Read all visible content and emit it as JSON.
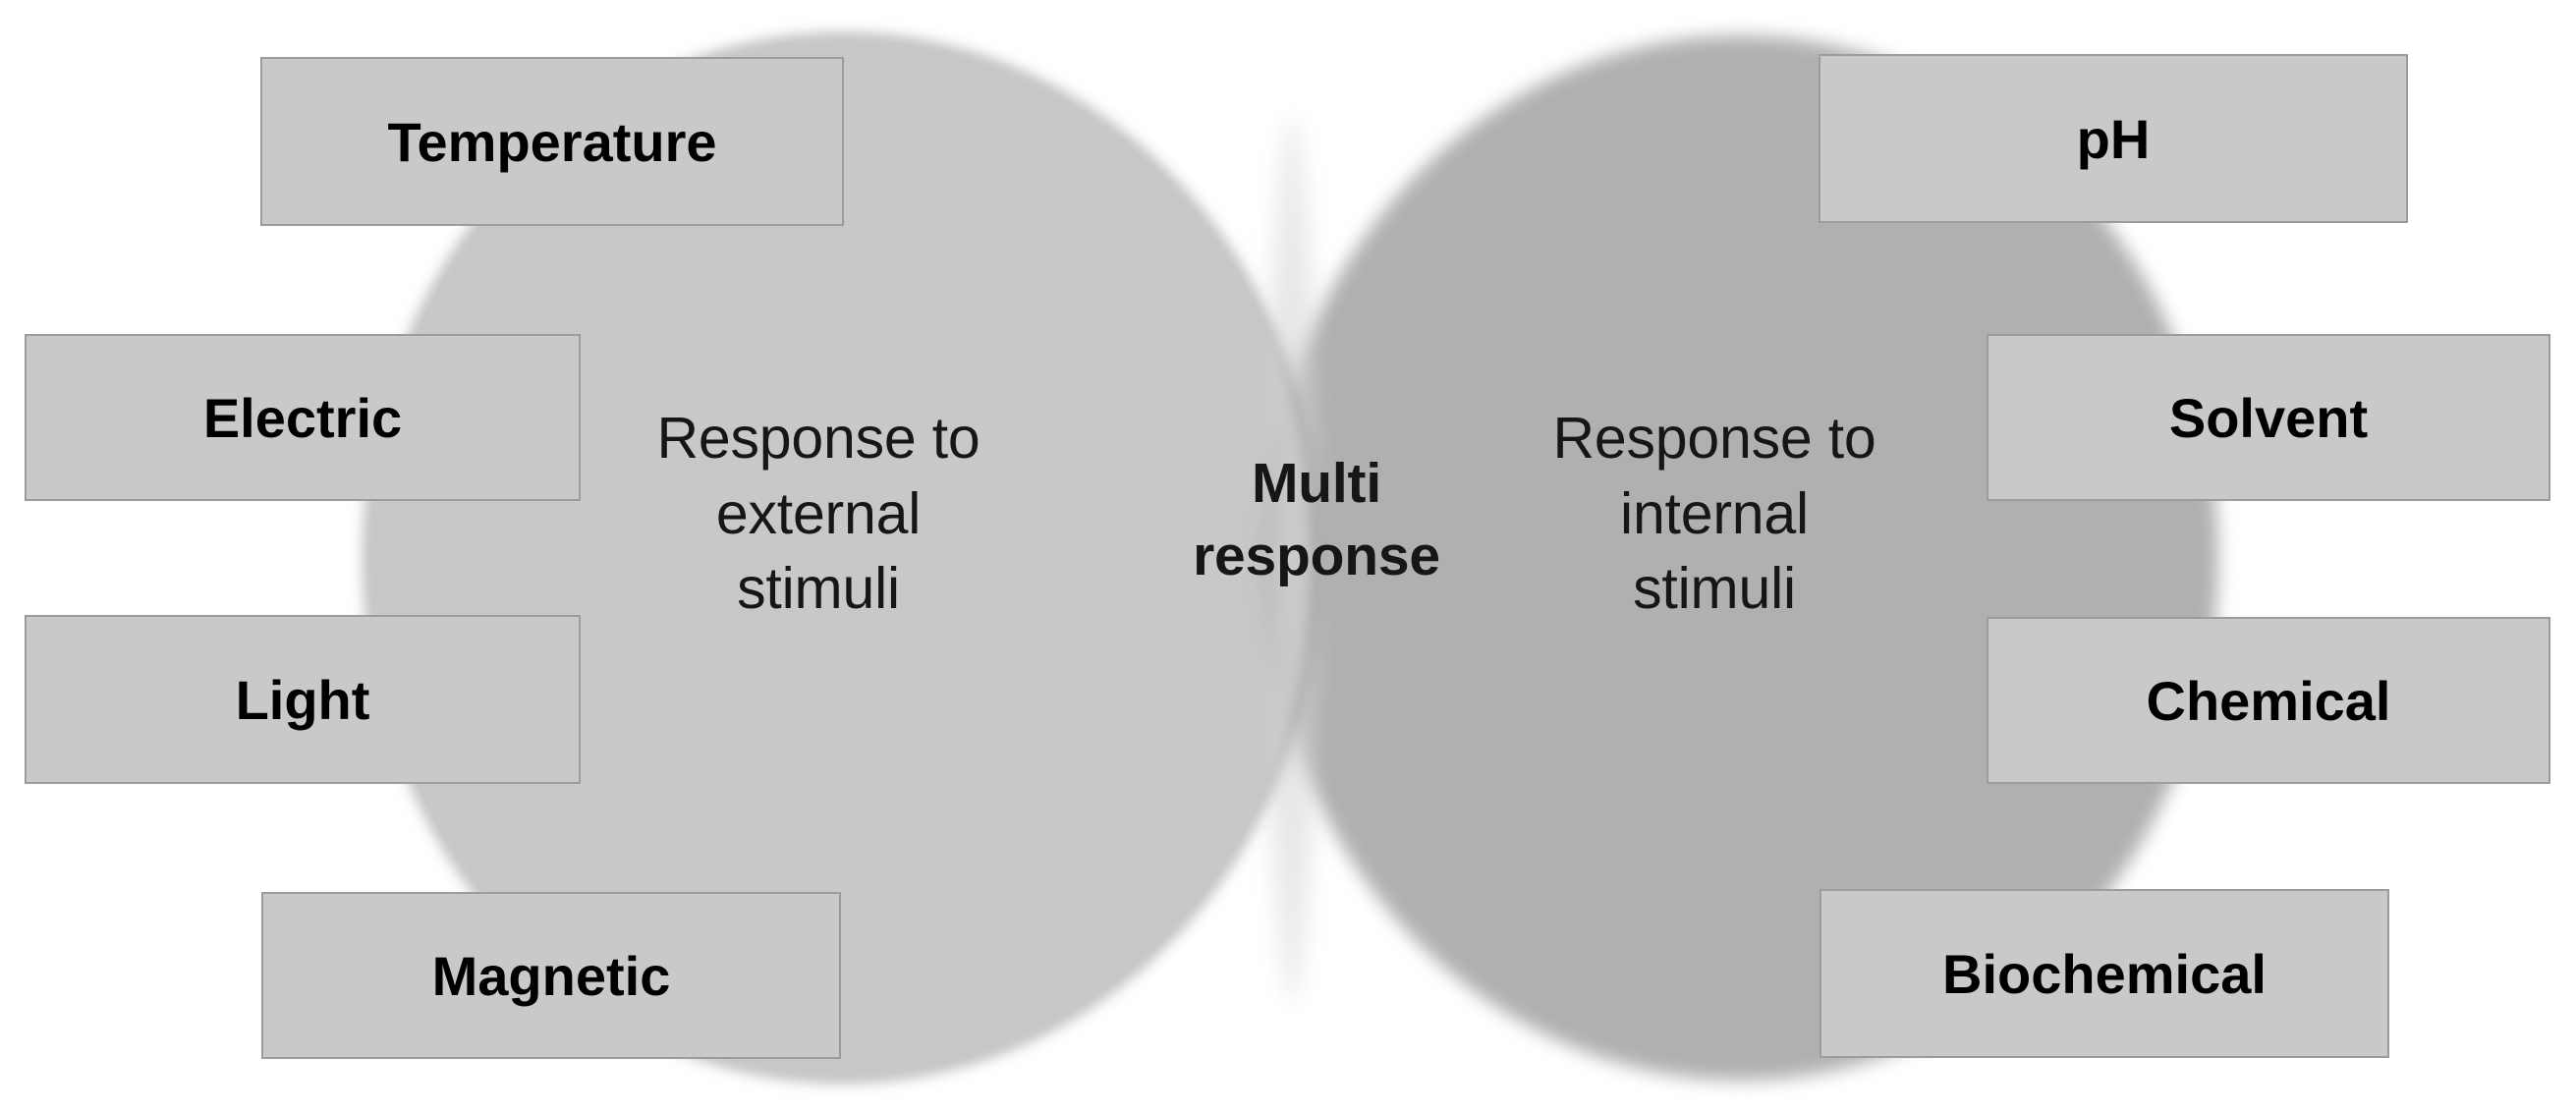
{
  "diagram": {
    "type": "venn",
    "title": "",
    "colors": {
      "background": "#ffffff",
      "left_circle_fill": "#c8c8c8",
      "right_circle_fill": "#b0b0b0",
      "intersection_fill": "#d0d0d0",
      "label_box_fill": "#c9c9c9",
      "label_box_border": "#9c9c9c",
      "text": "#000000"
    },
    "circles": {
      "left": {
        "caption": "Response to\nexternal\nstimuli"
      },
      "right": {
        "caption": "Response to\ninternal\nstimuli"
      },
      "intersection": {
        "caption": "Multi\nresponse"
      }
    },
    "left_labels": [
      {
        "id": "temperature",
        "text": "Temperature"
      },
      {
        "id": "electric",
        "text": "Electric"
      },
      {
        "id": "light",
        "text": "Light"
      },
      {
        "id": "magnetic",
        "text": "Magnetic"
      }
    ],
    "right_labels": [
      {
        "id": "ph",
        "text": "pH"
      },
      {
        "id": "solvent",
        "text": "Solvent"
      },
      {
        "id": "chemical",
        "text": "Chemical"
      },
      {
        "id": "biochemical",
        "text": "Biochemical"
      }
    ]
  }
}
